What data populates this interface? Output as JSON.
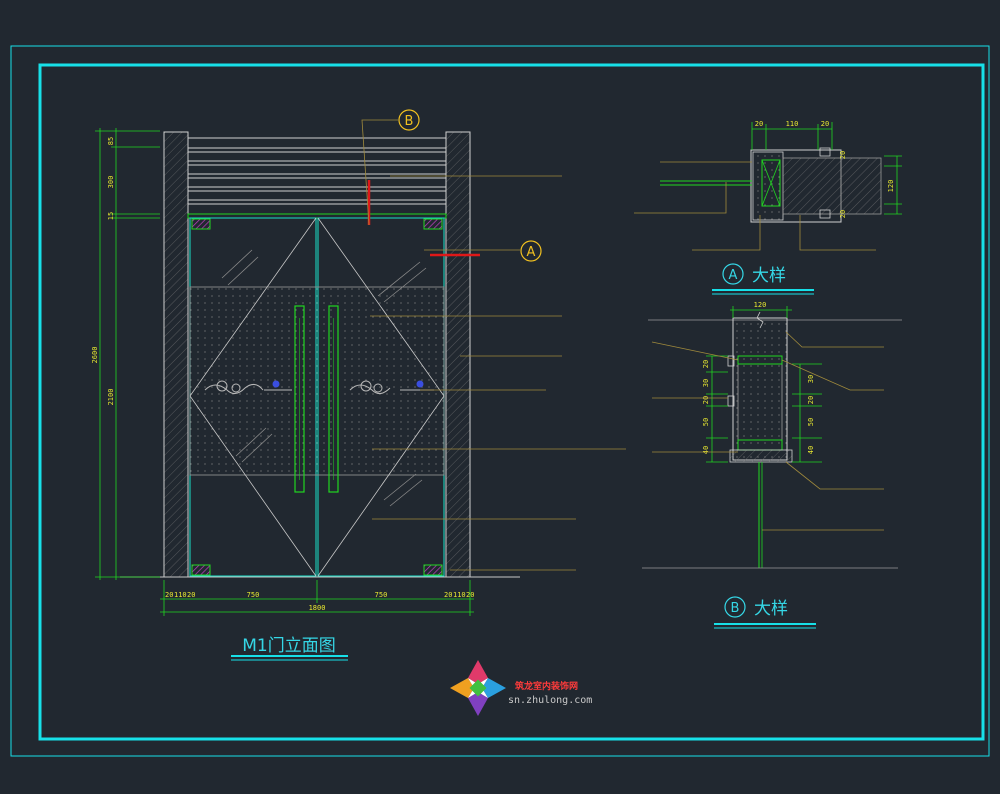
{
  "elevation": {
    "title": "M1门立面图",
    "dims_top": [
      "20",
      "110",
      "20",
      "750",
      "750",
      "20",
      "110",
      "20"
    ],
    "dim_total": "1800",
    "dims_left": [
      "85",
      "300",
      "15",
      "2100"
    ],
    "dim_height": "2600"
  },
  "detail_a": {
    "marker": "A",
    "label": "大样",
    "dims_top": [
      "20",
      "110",
      "20"
    ],
    "dims_right": [
      "20",
      "120",
      "20"
    ]
  },
  "detail_b": {
    "marker": "B",
    "label": "大样",
    "dim_width": "120",
    "dims_left": [
      "20",
      "30",
      "20",
      "50",
      "40"
    ],
    "dims_right": [
      "30",
      "20",
      "50",
      "40"
    ]
  },
  "callouts": {
    "a": "A",
    "b": "B"
  },
  "watermark": {
    "site_name": "筑龙室内装饰网",
    "url": "sn.zhulong.com"
  },
  "colors": {
    "background": "#212830",
    "frame": "#17e0e8",
    "dimension": "#e8e830",
    "leader": "#a08a3c",
    "glass_frame": "#19e0c8",
    "handle": "#21d621",
    "callout": "#f0c020",
    "cut_line": "#e01818"
  }
}
